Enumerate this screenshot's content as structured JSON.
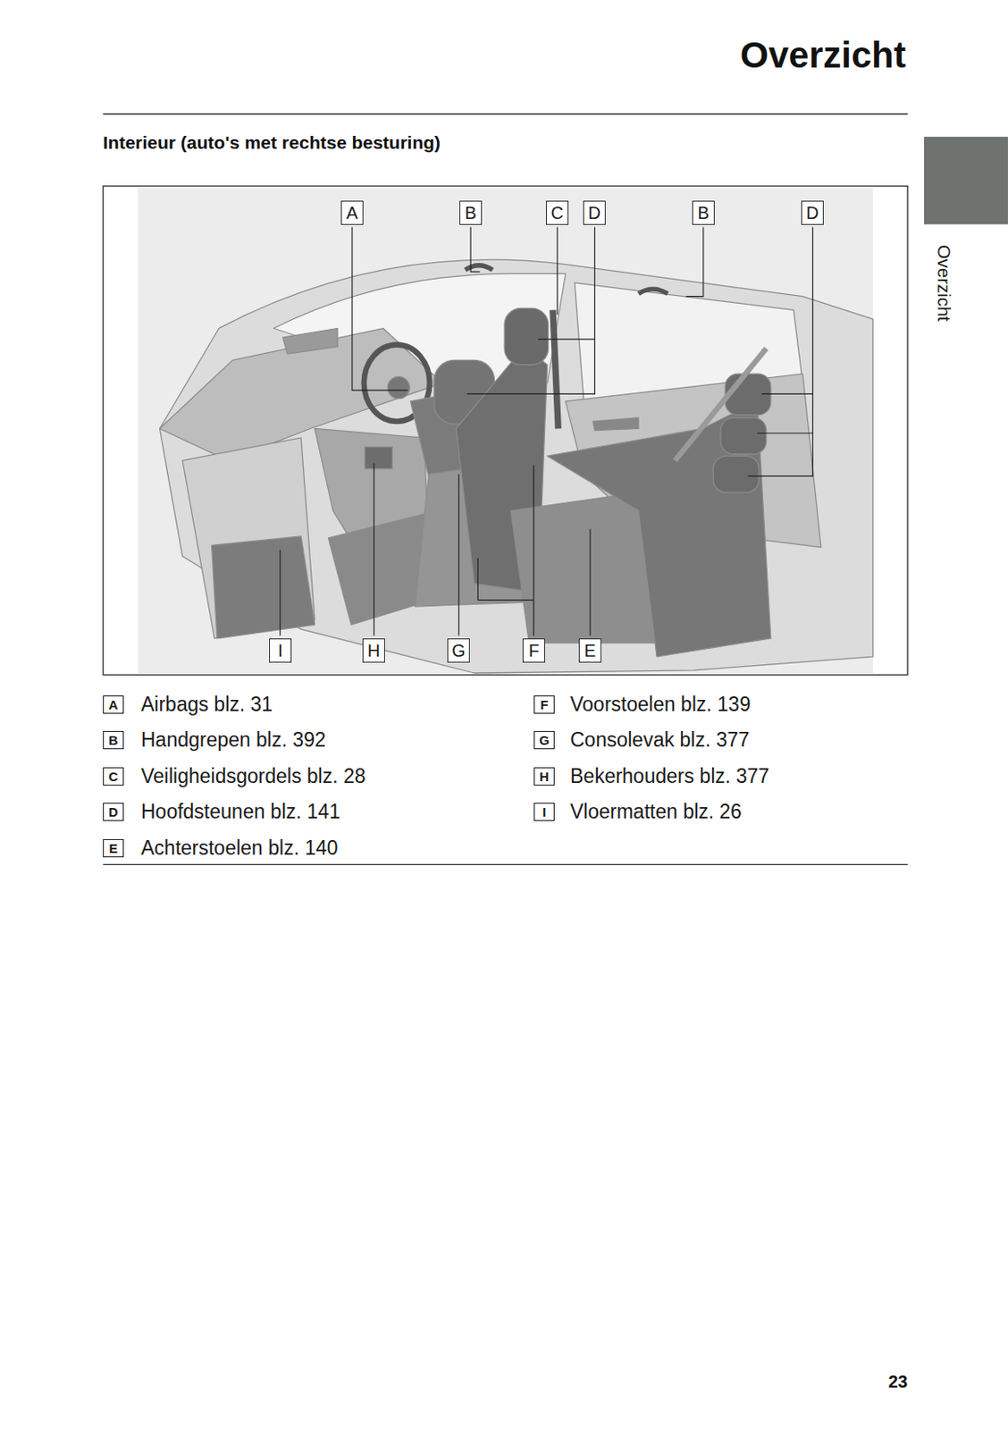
{
  "diagram": {
    "title": "Overzicht",
    "nodes": [
      {
        "text": [
          "A"
        ]
      },
      {
        "text": [
          "B"
        ]
      },
      {
        "text": [
          "C"
        ]
      },
      {
        "text": [
          "D"
        ]
      },
      {
        "text": [
          "B"
        ]
      },
      {
        "text": [
          "D"
        ]
      },
      {
        "text": [
          "I"
        ]
      },
      {
        "text": [
          "H"
        ]
      },
      {
        "text": [
          "G"
        ]
      },
      {
        "text": [
          "F"
        ]
      },
      {
        "text": [
          "E"
        ]
      },
      {
        "text": [
          "A"
        ]
      },
      {
        "text": [
          "B"
        ]
      },
      {
        "text": [
          "C"
        ]
      },
      {
        "text": [
          "D"
        ]
      },
      {
        "text": [
          "E"
        ]
      },
      {
        "text": [
          "F"
        ]
      },
      {
        "text": [
          "G"
        ]
      },
      {
        "text": [
          "H"
        ]
      },
      {
        "text": [
          "I"
        ]
      }
    ],
    "labels": [
      "Interieur (auto's met rechtse besturing)",
      "Overzicht",
      "Airbags blz. 31",
      "Handgrepen blz. 392",
      "Veiligheidsgordels blz. 28",
      "Hoofdsteunen blz. 141",
      "Achterstoelen blz. 140",
      "Voorstoelen blz. 139",
      "Consolevak blz. 377",
      "Bekerhouders blz. 377",
      "Vloermatten blz. 26",
      "23"
    ]
  }
}
